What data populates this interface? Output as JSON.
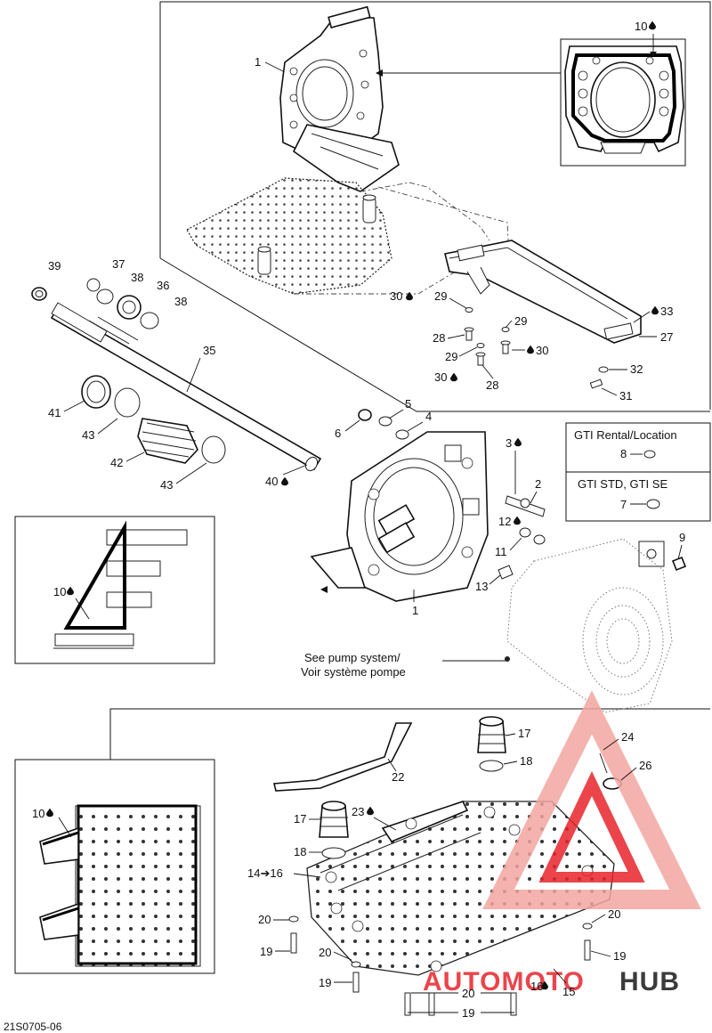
{
  "diagram": {
    "callouts": {
      "c1_top": "1",
      "c10_top": "10",
      "c39": "39",
      "c37": "37",
      "c38a": "38",
      "c36": "36",
      "c38b": "38",
      "c35": "35",
      "c30a": "30",
      "c29a": "29",
      "c29b": "29",
      "c28a": "28",
      "c29c": "29",
      "c30b": "30",
      "c30c": "30",
      "c28b": "28",
      "c33": "33",
      "c27": "27",
      "c32": "32",
      "c31": "31",
      "c41": "41",
      "c43a": "43",
      "c42": "42",
      "c43b": "43",
      "c5": "5",
      "c6": "6",
      "c4": "4",
      "c40": "40",
      "c3": "3",
      "c2": "2",
      "c12": "12",
      "c11": "11",
      "c13": "13",
      "c9": "9",
      "c8": "8",
      "c7": "7",
      "c1_mid": "1",
      "c10_left": "10",
      "c17a": "17",
      "c18a": "18",
      "c22": "22",
      "c24": "24",
      "c26": "26",
      "c10_low": "10",
      "c17b": "17",
      "c23": "23",
      "c18b": "18",
      "c14_16": "14➔16",
      "c20a": "20",
      "c19a": "19",
      "c20b": "20",
      "c19b": "19",
      "c20c": "20",
      "c19c": "19",
      "c20d": "20",
      "c16": "16",
      "c15": "15",
      "c19d": "19"
    },
    "variant_box": {
      "row1_title": "GTI Rental/Location",
      "row1_part": "8",
      "row2_title": "GTI STD, GTI SE",
      "row2_part": "7"
    },
    "note_line1": "See pump system/",
    "note_line2": "Voir système pompe",
    "figure_code": "21S0705-06",
    "watermark": {
      "brand_part1": "AUTOMOTO",
      "brand_part2": "HUB",
      "color_primary": "#e8242c",
      "color_secondary": "#f3a6a0",
      "color_dark": "#1a1a1a"
    },
    "symbols": {
      "sealant": "drop-icon"
    }
  }
}
